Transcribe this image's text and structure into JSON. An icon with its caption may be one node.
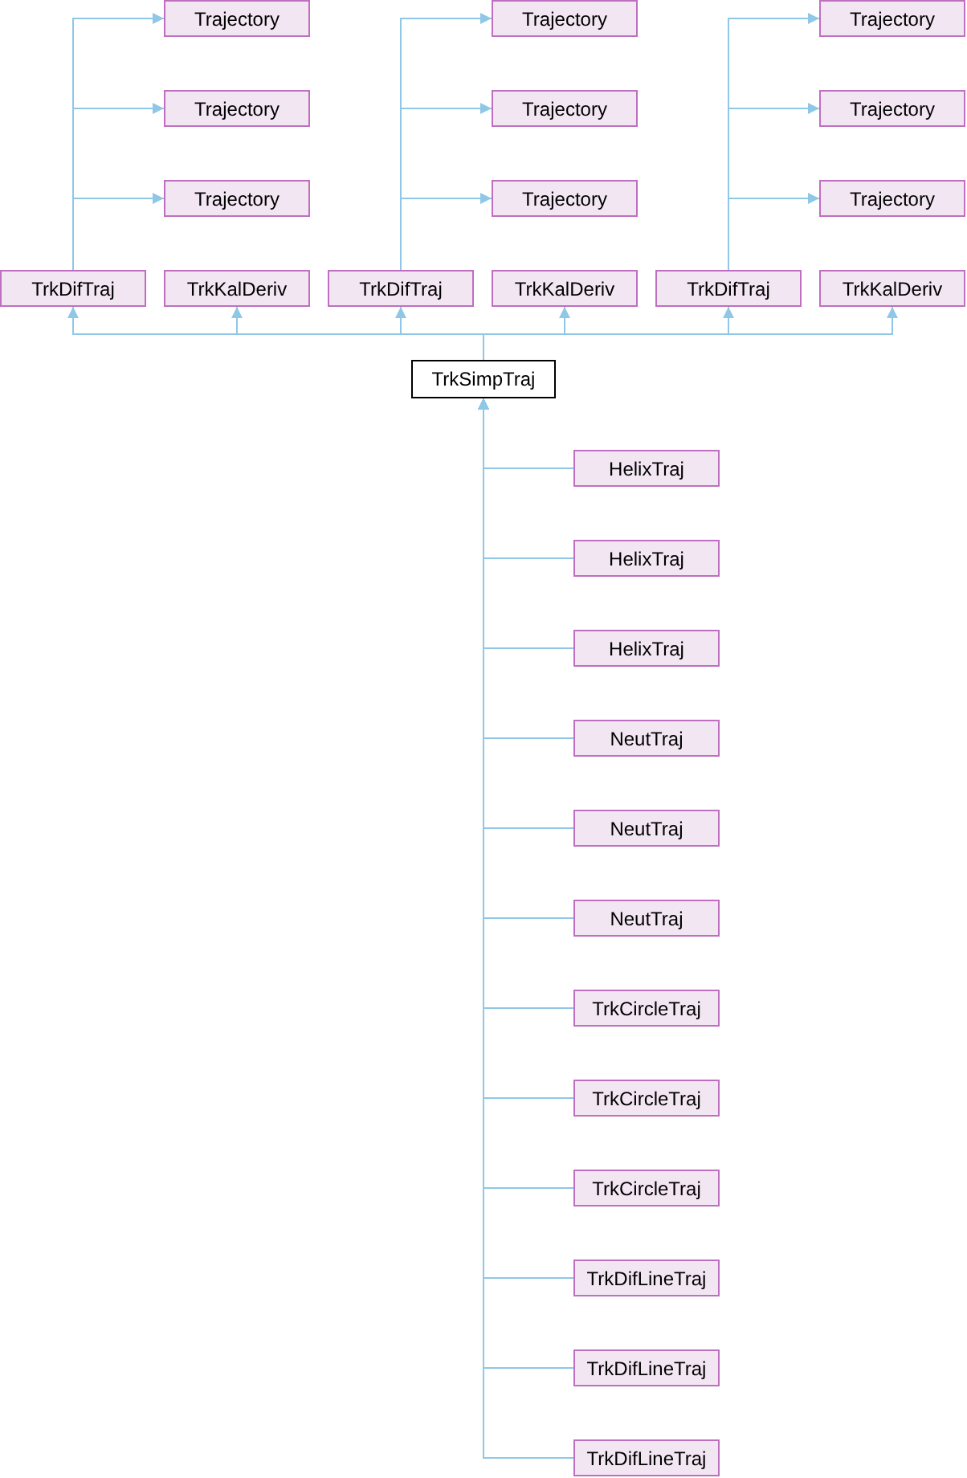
{
  "diagram": {
    "nodes": [
      {
        "text": [
          "Trajectory"
        ]
      },
      {
        "text": [
          "Trajectory"
        ]
      },
      {
        "text": [
          "Trajectory"
        ]
      },
      {
        "text": [
          "Trajectory"
        ]
      },
      {
        "text": [
          "Trajectory"
        ]
      },
      {
        "text": [
          "Trajectory"
        ]
      },
      {
        "text": [
          "Trajectory"
        ]
      },
      {
        "text": [
          "Trajectory"
        ]
      },
      {
        "text": [
          "Trajectory"
        ]
      },
      {
        "text": [
          "TrkDifTraj"
        ]
      },
      {
        "text": [
          "TrkKalDeriv"
        ]
      },
      {
        "text": [
          "TrkDifTraj"
        ]
      },
      {
        "text": [
          "TrkKalDeriv"
        ]
      },
      {
        "text": [
          "TrkDifTraj"
        ]
      },
      {
        "text": [
          "TrkKalDeriv"
        ]
      },
      {
        "text": [
          "TrkSimpTraj"
        ]
      },
      {
        "text": [
          "HelixTraj"
        ]
      },
      {
        "text": [
          "HelixTraj"
        ]
      },
      {
        "text": [
          "HelixTraj"
        ]
      },
      {
        "text": [
          "NeutTraj"
        ]
      },
      {
        "text": [
          "NeutTraj"
        ]
      },
      {
        "text": [
          "NeutTraj"
        ]
      },
      {
        "text": [
          "TrkCircleTraj"
        ]
      },
      {
        "text": [
          "TrkCircleTraj"
        ]
      },
      {
        "text": [
          "TrkCircleTraj"
        ]
      },
      {
        "text": [
          "TrkDifLineTraj"
        ]
      },
      {
        "text": [
          "TrkDifLineTraj"
        ]
      },
      {
        "text": [
          "TrkDifLineTraj"
        ]
      }
    ],
    "edges": [
      {
        "from": 9,
        "to": 0,
        "arrow": "to"
      },
      {
        "from": 9,
        "to": 3,
        "arrow": "to"
      },
      {
        "from": 9,
        "to": 6,
        "arrow": "to"
      },
      {
        "from": 11,
        "to": 1,
        "arrow": "to"
      },
      {
        "from": 11,
        "to": 4,
        "arrow": "to"
      },
      {
        "from": 11,
        "to": 7,
        "arrow": "to"
      },
      {
        "from": 13,
        "to": 2,
        "arrow": "to"
      },
      {
        "from": 13,
        "to": 5,
        "arrow": "to"
      },
      {
        "from": 13,
        "to": 8,
        "arrow": "to"
      },
      {
        "from": 15,
        "to": 9,
        "arrow": "to"
      },
      {
        "from": 15,
        "to": 10,
        "arrow": "to"
      },
      {
        "from": 15,
        "to": 11,
        "arrow": "to"
      },
      {
        "from": 15,
        "to": 12,
        "arrow": "to"
      },
      {
        "from": 15,
        "to": 13,
        "arrow": "to"
      },
      {
        "from": 15,
        "to": 14,
        "arrow": "to"
      },
      {
        "from": 16,
        "to": 15,
        "arrow": "to"
      },
      {
        "from": 17,
        "to": 15,
        "arrow": "to"
      },
      {
        "from": 18,
        "to": 15,
        "arrow": "to"
      },
      {
        "from": 19,
        "to": 15,
        "arrow": "to"
      },
      {
        "from": 20,
        "to": 15,
        "arrow": "to"
      },
      {
        "from": 21,
        "to": 15,
        "arrow": "to"
      },
      {
        "from": 22,
        "to": 15,
        "arrow": "to"
      },
      {
        "from": 23,
        "to": 15,
        "arrow": "to"
      },
      {
        "from": 24,
        "to": 15,
        "arrow": "to"
      },
      {
        "from": 25,
        "to": 15,
        "arrow": "to"
      },
      {
        "from": 26,
        "to": 15,
        "arrow": "to"
      },
      {
        "from": 27,
        "to": 15,
        "arrow": "to"
      }
    ]
  }
}
